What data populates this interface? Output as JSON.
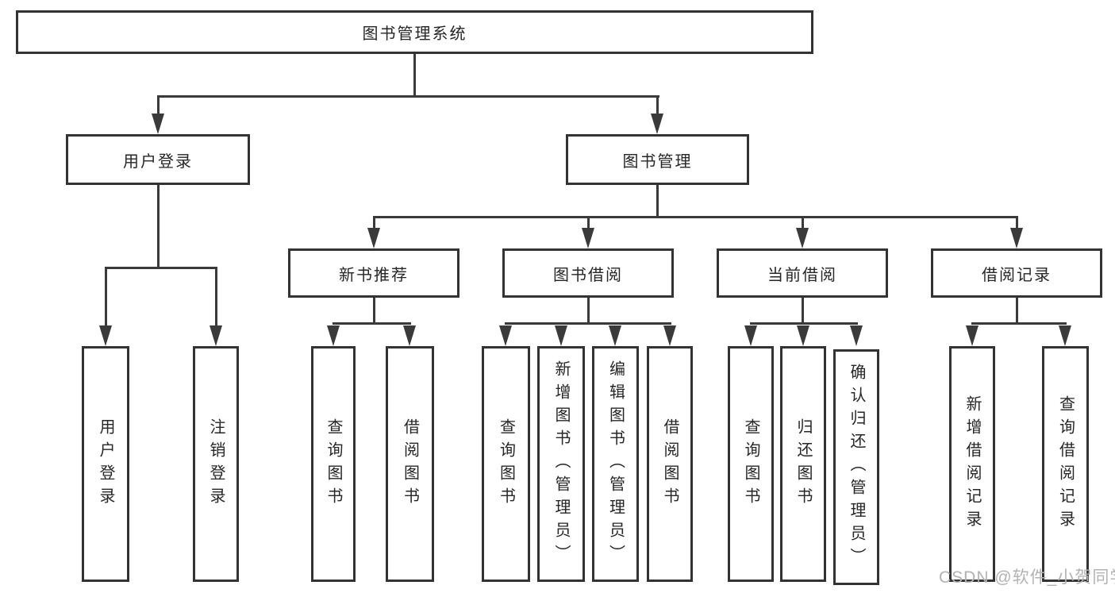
{
  "title": "图书管理系统",
  "branches": {
    "user_login": {
      "label": "用户登录",
      "children": [
        "用户登录",
        "注销登录"
      ]
    },
    "book_management": {
      "label": "图书管理",
      "sections": {
        "new_book_recommend": {
          "label": "新书推荐",
          "children": [
            "查询图书",
            "借阅图书"
          ]
        },
        "book_borrow": {
          "label": "图书借阅",
          "children": [
            "查询图书",
            "新增图书（管理员）",
            "编辑图书（管理员）",
            "借阅图书"
          ]
        },
        "current_borrow": {
          "label": "当前借阅",
          "children": [
            "查询图书",
            "归还图书",
            "确认归还（管理员）"
          ]
        },
        "borrow_record": {
          "label": "借阅记录",
          "children": [
            "新增借阅记录",
            "查询借阅记录"
          ]
        }
      }
    }
  },
  "watermark": {
    "text": "CSDN @软件_小贺同学"
  },
  "colors": {
    "line": "#3a3a3a",
    "border": "#333333",
    "text": "#262626",
    "watermark": "#b3b3b3",
    "background": "#ffffff"
  }
}
